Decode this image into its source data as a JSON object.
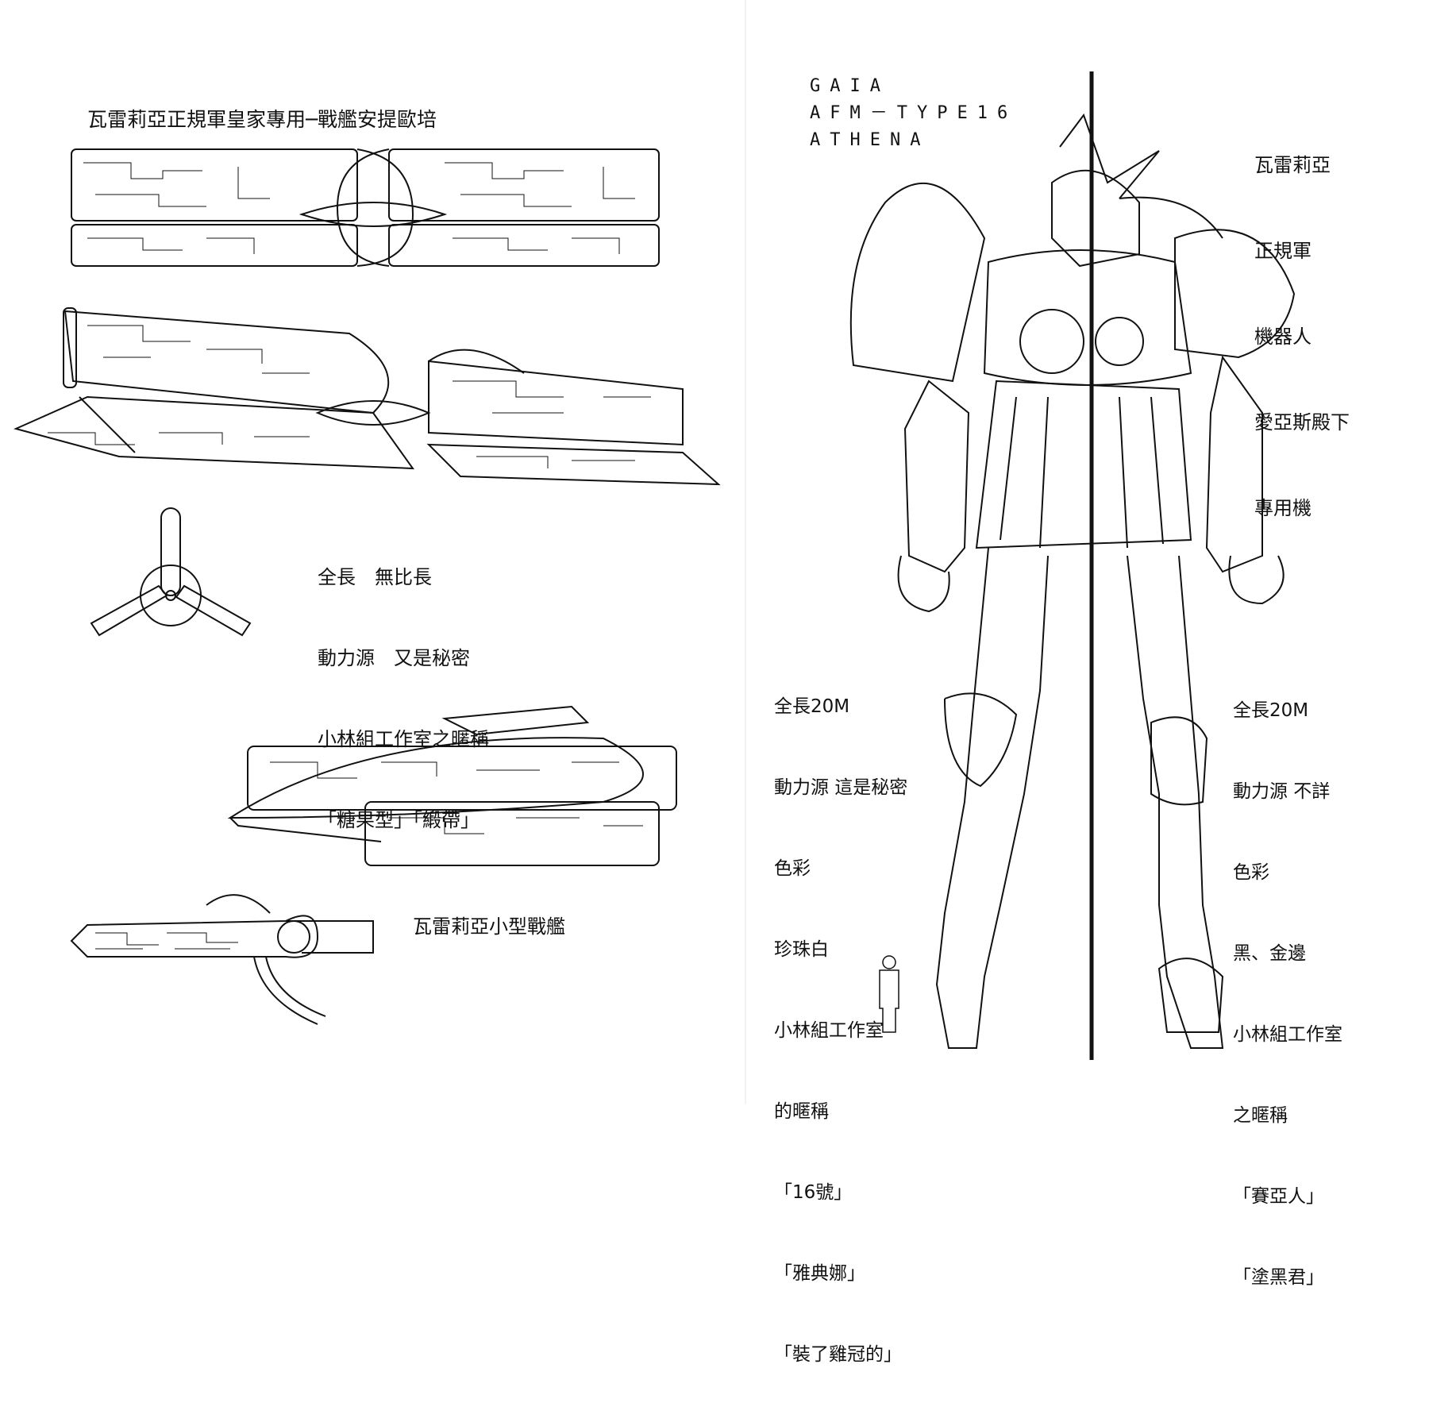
{
  "left_page": {
    "heading": "瓦雷莉亞正規軍皇家專用─戰艦安提歐培",
    "battleship_specs": [
      "全長　無比長",
      "動力源　又是秘密",
      "小林組工作室之暱稱",
      "「糖果型」「緞帶」"
    ],
    "small_ship_caption": "瓦雷莉亞小型戰艦"
  },
  "right_page": {
    "model_title": [
      "GAIA",
      "AFM－TYPE16",
      "ATHENA"
    ],
    "pilot_note": [
      "瓦雷莉亞",
      "正規軍",
      "機器人",
      "愛亞斯殿下",
      "專用機"
    ],
    "specs_left": [
      "全長20M",
      "動力源 這是秘密",
      "色彩",
      "珍珠白",
      "小林組工作室",
      "的暱稱",
      "「16號」",
      "「雅典娜」",
      "「裝了雞冠的」"
    ],
    "specs_right": [
      "全長20M",
      "動力源 不詳",
      "色彩",
      "黑、金邊",
      "小林組工作室",
      "之暱稱",
      "「賽亞人」",
      "「塗黑君」"
    ]
  },
  "icons": {
    "battleship_top_view": "battleship-top-view-icon",
    "battleship_perspective": "battleship-perspective-icon",
    "battleship_front_view": "battleship-front-view-icon",
    "small_warship_perspective": "small-warship-perspective-icon",
    "small_warship_side": "small-warship-side-icon",
    "mech": "athena-mech-icon",
    "human_scale": "human-scale-figure-icon"
  },
  "colors": {
    "ink": "#111111",
    "paper": "#ffffff"
  }
}
